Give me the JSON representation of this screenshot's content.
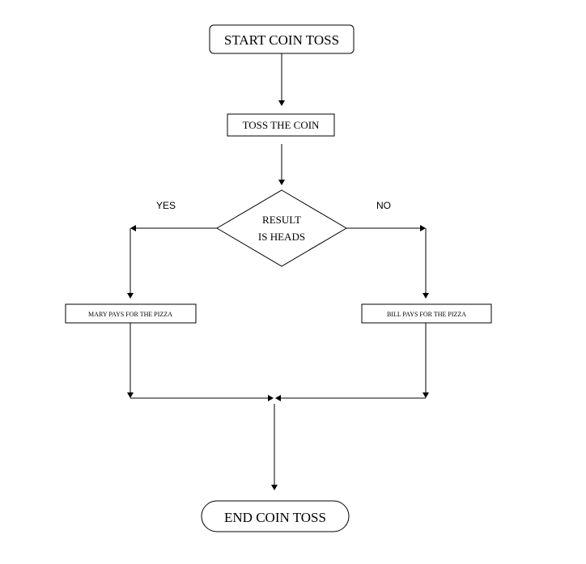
{
  "nodes": {
    "start": "START COIN TOSS",
    "toss": "TOSS THE COIN",
    "decision_line1": "RESULT",
    "decision_line2": "IS HEADS",
    "mary": "MARY PAYS FOR THE PIZZA",
    "bill": "BILL PAYS FOR THE PIZZA",
    "end": "END COIN TOSS"
  },
  "branches": {
    "yes": "YES",
    "no": "NO"
  },
  "colors": {
    "stroke": "#000000",
    "background": "#ffffff"
  }
}
